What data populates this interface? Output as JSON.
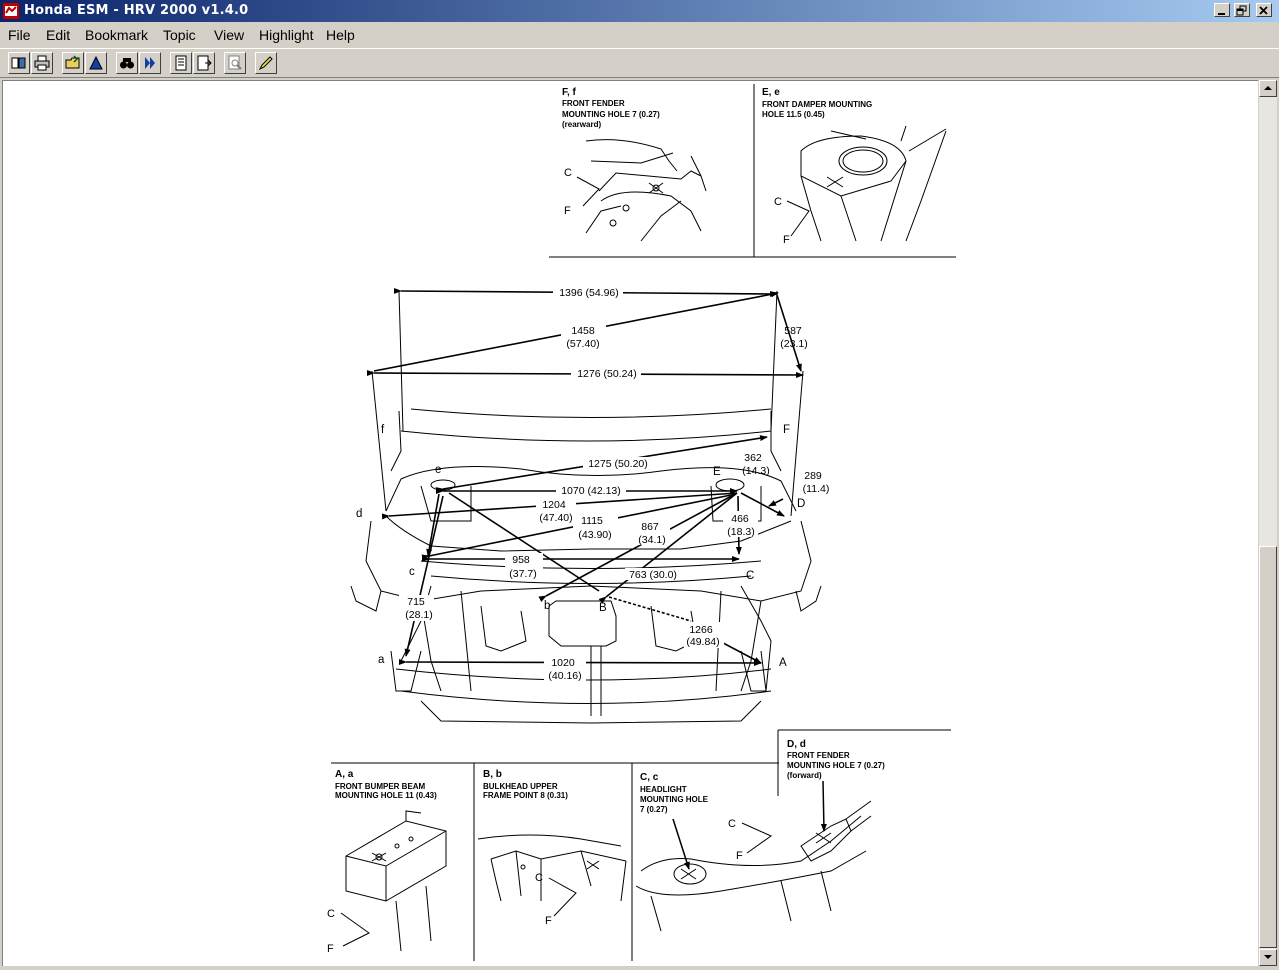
{
  "window": {
    "title": "Honda ESM - HRV 2000 v1.4.0"
  },
  "menu": {
    "file": "File",
    "edit": "Edit",
    "bookmark": "Bookmark",
    "topic": "Topic",
    "view": "View",
    "highlight": "Highlight",
    "help": "Help"
  },
  "toolbar": {
    "buttons": [
      "contents-icon",
      "print-icon",
      "open-folder-icon",
      "bookmark-icon",
      "find-icon",
      "back-icon",
      "prev-page-icon",
      "next-page-icon",
      "zoom-icon",
      "highlighter-icon"
    ]
  },
  "diagram": {
    "detail_ff": {
      "title": "F, f",
      "line1": "FRONT FENDER",
      "line2": "MOUNTING HOLE 7 (0.27)",
      "line3": "(rearward)"
    },
    "detail_ee": {
      "title": "E, e",
      "line1": "FRONT DAMPER MOUNTING",
      "line2": "HOLE 11.5 (0.45)"
    },
    "detail_aa": {
      "title": "A, a",
      "line1": "FRONT BUMPER BEAM",
      "line2": "MOUNTING HOLE 11 (0.43)"
    },
    "detail_bb": {
      "title": "B, b",
      "line1": "BULKHEAD UPPER",
      "line2": "FRAME POINT 8 (0.31)"
    },
    "detail_cc": {
      "title": "C, c",
      "line1": "HEADLIGHT",
      "line2": "MOUNTING HOLE",
      "line3": "7 (0.27)"
    },
    "detail_dd": {
      "title": "D, d",
      "line1": "FRONT FENDER",
      "line2": "MOUNTING HOLE 7 (0.27)",
      "line3": "(forward)"
    },
    "dims": {
      "d1396": "1396 (54.96)",
      "d1458a": "1458",
      "d1458b": "(57.40)",
      "d587a": "587",
      "d587b": "(23.1)",
      "d1276": "1276 (50.24)",
      "d1275": "1275 (50.20)",
      "d362a": "362",
      "d362b": "(14.3)",
      "d289a": "289",
      "d289b": "(11.4)",
      "d1070": "1070 (42.13)",
      "d1204a": "1204",
      "d1204b": "(47.40)",
      "d1115a": "1115",
      "d1115b": "(43.90)",
      "d867a": "867",
      "d867b": "(34.1)",
      "d466a": "466",
      "d466b": "(18.3)",
      "d958a": "958",
      "d958b": "(37.7)",
      "d763": "763 (30.0)",
      "d715a": "715",
      "d715b": "(28.1)",
      "d1266a": "1266",
      "d1266b": "(49.84)",
      "d1020a": "1020",
      "d1020b": "(40.16)"
    },
    "points": {
      "f": "f",
      "F": "F",
      "e": "e",
      "E": "E",
      "d": "d",
      "D": "D",
      "c": "c",
      "C": "C",
      "b": "b",
      "B": "B",
      "a": "a",
      "A": "A"
    },
    "arrow_c": "C",
    "arrow_f": "F"
  }
}
